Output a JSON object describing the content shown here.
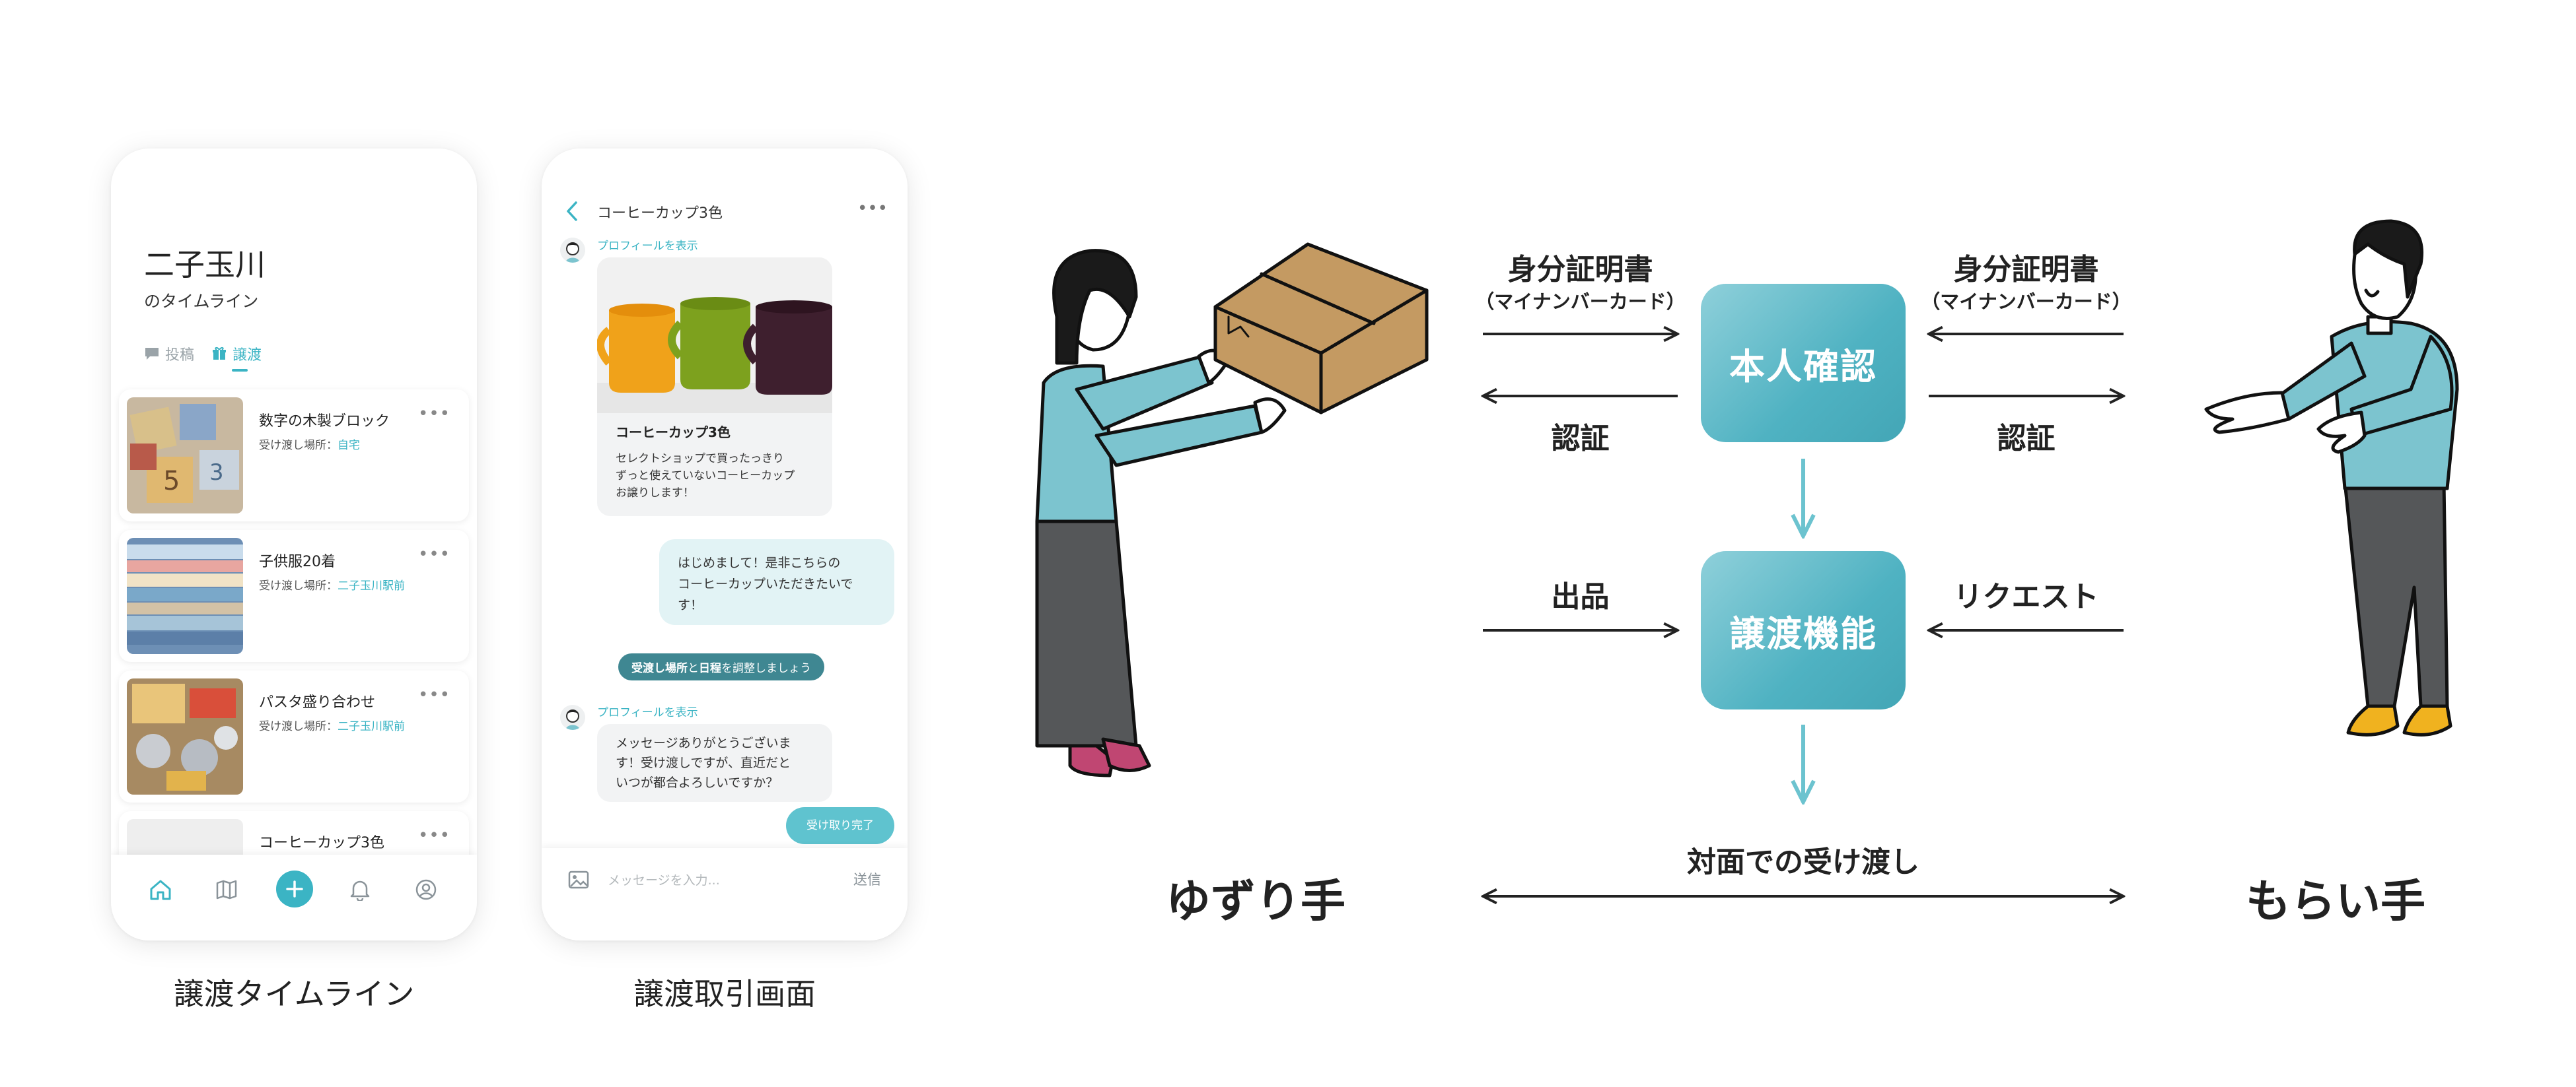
{
  "timeline": {
    "area_name": "二子玉川",
    "subtitle": "のタイムライン",
    "tabs": [
      "投稿",
      "譲渡"
    ],
    "active_tab": "譲渡",
    "place_prefix": "受け渡し場所：",
    "items": [
      {
        "title": "数字の木製ブロック",
        "place": "自宅"
      },
      {
        "title": "子供服20着",
        "place": "二子玉川駅前"
      },
      {
        "title": "パスタ盛り合わせ",
        "place": "二子玉川駅前"
      },
      {
        "title": "コーヒーカップ3色",
        "place": ""
      }
    ],
    "caption": "譲渡タイムライン"
  },
  "chat": {
    "header_title": "コーヒーカップ3色",
    "profile_link": "プロフィールを表示",
    "product": {
      "title": "コーヒーカップ3色",
      "description_lines": [
        "セレクトショップで買ったっきり",
        "ずっと使えていないコーヒーカップ",
        "お譲りします！"
      ]
    },
    "my_message_lines": [
      "はじめまして！是非こちらの",
      "コーヒーカップいただきたいで",
      "す！"
    ],
    "suggestion": {
      "part1": "受渡し場所",
      "part2": "と",
      "part3": "日程",
      "part4": "を調整しましょう"
    },
    "reply_lines": [
      "メッセージありがとうございま",
      "す！受け渡しですが、直近だと",
      "いつが都合よろしいですか？"
    ],
    "complete_button": "受け取り完了",
    "input_placeholder": "メッセージを入力...",
    "send_label": "送信",
    "caption": "譲渡取引画面"
  },
  "diagram": {
    "box_verify": "本人確認",
    "box_transfer": "譲渡機能",
    "id_doc": "身分証明書",
    "id_doc_sub": "（マイナンバーカード）",
    "auth": "認証",
    "listing": "出品",
    "request": "リクエスト",
    "handover": "対面での受け渡し",
    "giver": "ゆずり手",
    "receiver": "もらい手",
    "colors": {
      "teal": "#4fb2c2",
      "arrow_teal": "#6cc3cf",
      "line": "#222222",
      "shirt": "#7cc4cf"
    }
  }
}
